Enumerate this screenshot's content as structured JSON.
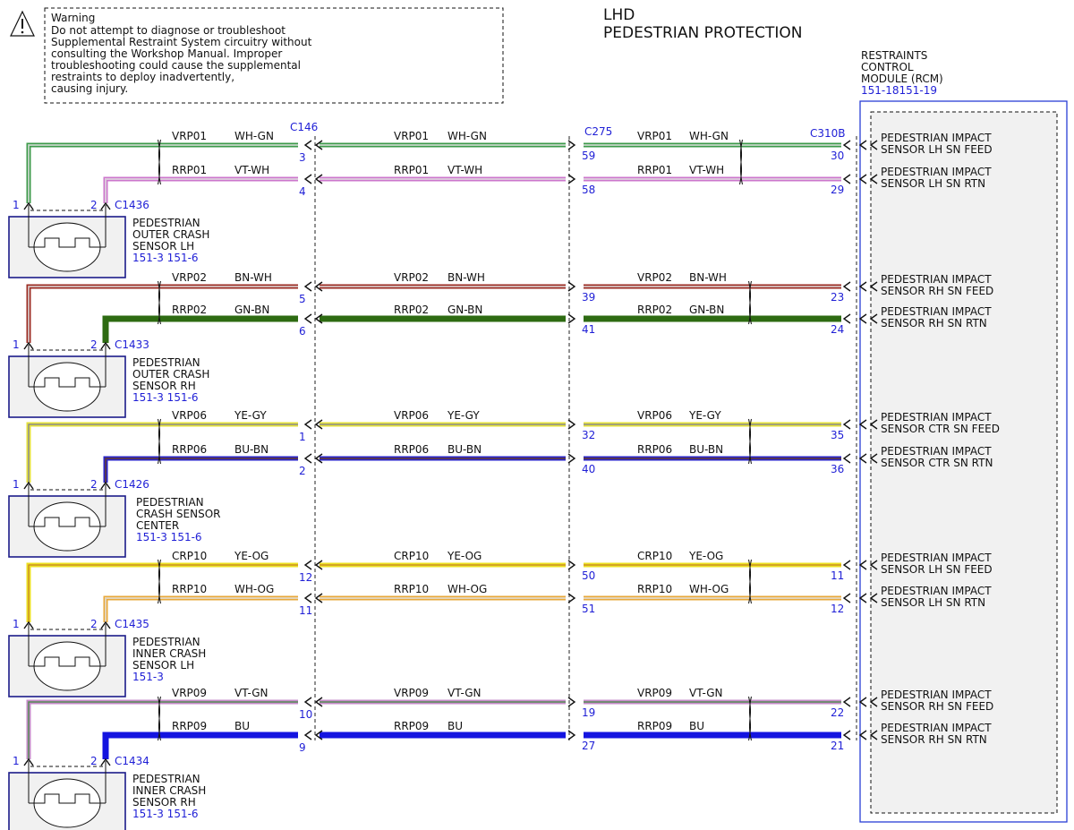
{
  "warning": {
    "lines": [
      "Warning",
      "Do not attempt to diagnose or troubleshoot",
      "Supplemental Restraint System circuitry without",
      "consulting the Workshop Manual. Improper",
      "troubleshooting could cause the supplemental",
      "restraints to deploy inadvertently,",
      "causing injury."
    ]
  },
  "title": {
    "line1": "LHD",
    "line2": "PEDESTRIAN PROTECTION"
  },
  "rcm": {
    "name_lines": [
      "RESTRAINTS",
      "CONTROL",
      "MODULE (RCM)"
    ],
    "ref": "151-18151-19",
    "connector": "C310B"
  },
  "connectors": {
    "left": "C146",
    "mid": "C275"
  },
  "groups": [
    {
      "sensor_connector": "C1436",
      "sensor_name": [
        "PEDESTRIAN",
        "OUTER CRASH",
        "SENSOR LH"
      ],
      "sensor_ref": "151-3 151-6",
      "pin_a": "1",
      "pin_b": "2",
      "wires": [
        {
          "circuit": "VRP01",
          "color_code": "WH-GN",
          "pin_left": "3",
          "pin_mid": "59",
          "pin_rcm": "30",
          "rcm_label": [
            "PEDESTRIAN IMPACT",
            "SENSOR LH SN FEED"
          ],
          "color": "#3c9a4a",
          "stripe": "#ffffff",
          "thick": "thin"
        },
        {
          "circuit": "RRP01",
          "color_code": "VT-WH",
          "pin_left": "4",
          "pin_mid": "58",
          "pin_rcm": "29",
          "rcm_label": [
            "PEDESTRIAN IMPACT",
            "SENSOR LH SN RTN"
          ],
          "color": "#cc77cc",
          "stripe": "#ffffff",
          "thick": "thin"
        }
      ]
    },
    {
      "sensor_connector": "C1433",
      "sensor_name": [
        "PEDESTRIAN",
        "OUTER CRASH",
        "SENSOR RH"
      ],
      "sensor_ref": "151-3 151-6",
      "pin_a": "1",
      "pin_b": "2",
      "wires": [
        {
          "circuit": "VRP02",
          "color_code": "BN-WH",
          "pin_left": "5",
          "pin_mid": "39",
          "pin_rcm": "23",
          "rcm_label": [
            "PEDESTRIAN IMPACT",
            "SENSOR RH SN FEED"
          ],
          "color": "#9b2b22",
          "stripe": "#ffffff",
          "thick": "thin"
        },
        {
          "circuit": "RRP02",
          "color_code": "GN-BN",
          "pin_left": "6",
          "pin_mid": "41",
          "pin_rcm": "24",
          "rcm_label": [
            "PEDESTRIAN IMPACT",
            "SENSOR RH SN RTN"
          ],
          "color": "#2e6b12",
          "stripe": "",
          "thick": "thick"
        }
      ]
    },
    {
      "sensor_connector": "C1426",
      "sensor_name": [
        "PEDESTRIAN",
        "CRASH SENSOR",
        "CENTER"
      ],
      "sensor_ref": "151-3 151-6",
      "pin_a": "1",
      "pin_b": "2",
      "wires": [
        {
          "circuit": "VRP06",
          "color_code": "YE-GY",
          "pin_left": "1",
          "pin_mid": "32",
          "pin_rcm": "35",
          "rcm_label": [
            "PEDESTRIAN IMPACT",
            "SENSOR CTR SN FEED"
          ],
          "color": "#e6e23a",
          "stripe": "#9a9a9a",
          "thick": "thin"
        },
        {
          "circuit": "RRP06",
          "color_code": "BU-BN",
          "pin_left": "2",
          "pin_mid": "40",
          "pin_rcm": "36",
          "rcm_label": [
            "PEDESTRIAN IMPACT",
            "SENSOR CTR SN RTN"
          ],
          "color": "#2a24c9",
          "stripe": "#6b3a2a",
          "thick": "thin"
        }
      ]
    },
    {
      "sensor_connector": "C1435",
      "sensor_name": [
        "PEDESTRIAN",
        "INNER CRASH",
        "SENSOR LH"
      ],
      "sensor_ref": "151-3",
      "pin_a": "1",
      "pin_b": "2",
      "wires": [
        {
          "circuit": "CRP10",
          "color_code": "YE-OG",
          "pin_left": "12",
          "pin_mid": "50",
          "pin_rcm": "11",
          "rcm_label": [
            "PEDESTRIAN IMPACT",
            "SENSOR LH SN FEED"
          ],
          "color": "#ece022",
          "stripe": "#e6a020",
          "thick": "thin"
        },
        {
          "circuit": "RRP10",
          "color_code": "WH-OG",
          "pin_left": "11",
          "pin_mid": "51",
          "pin_rcm": "12",
          "rcm_label": [
            "PEDESTRIAN IMPACT",
            "SENSOR LH SN RTN"
          ],
          "color": "#e8a83a",
          "stripe": "#ffffff",
          "thick": "thin"
        }
      ]
    },
    {
      "sensor_connector": "C1434",
      "sensor_name": [
        "PEDESTRIAN",
        "INNER CRASH",
        "SENSOR RH"
      ],
      "sensor_ref": "151-3 151-6",
      "pin_a": "1",
      "pin_b": "2",
      "wires": [
        {
          "circuit": "VRP09",
          "color_code": "VT-GN",
          "pin_left": "10",
          "pin_mid": "19",
          "pin_rcm": "22",
          "rcm_label": [
            "PEDESTRIAN IMPACT",
            "SENSOR RH SN FEED"
          ],
          "color": "#c58ac8",
          "stripe": "#5a9a5a",
          "thick": "thin"
        },
        {
          "circuit": "RRP09",
          "color_code": "BU",
          "pin_left": "9",
          "pin_mid": "27",
          "pin_rcm": "21",
          "rcm_label": [
            "PEDESTRIAN IMPACT",
            "SENSOR RH SN RTN"
          ],
          "color": "#1414e0",
          "stripe": "",
          "thick": "thick"
        }
      ]
    }
  ]
}
